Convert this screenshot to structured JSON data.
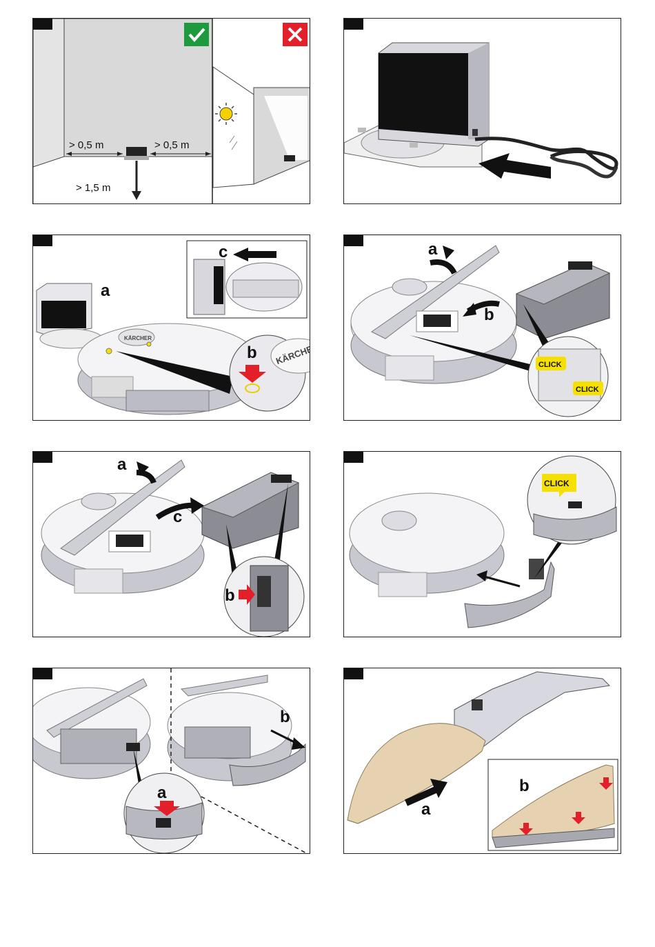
{
  "fig1": {
    "dist_left": "> 0,5 m",
    "dist_right": "> 0,5 m",
    "dist_front": "> 1,5 m"
  },
  "fig3": {
    "label_a": "a",
    "label_b": "b",
    "label_c": "c"
  },
  "fig4": {
    "label_a": "a",
    "label_b": "b",
    "click_1": "CLICK",
    "click_2": "CLICK"
  },
  "fig5": {
    "label_a": "a",
    "label_b": "b",
    "label_c": "c"
  },
  "fig6": {
    "click": "CLICK"
  },
  "fig7": {
    "label_a": "a",
    "label_b": "b"
  },
  "fig8": {
    "label_a": "a",
    "label_b": "b"
  },
  "colors": {
    "ok": "#1e9a3e",
    "bad": "#e3202a",
    "arrow_red": "#e3202a",
    "click_yellow": "#f5e000",
    "pad": "#e6d2b0"
  }
}
